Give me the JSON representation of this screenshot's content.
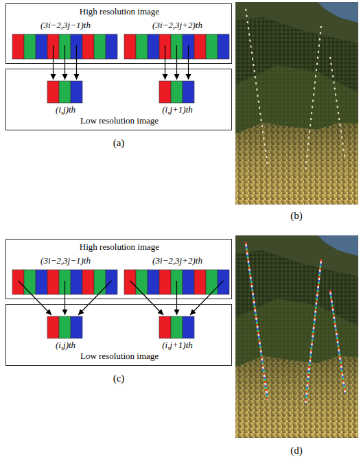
{
  "diagram": {
    "nodes": [
      {
        "text": [
          "High resolution image",
          "(3i−2,3j−1)th",
          "(3i−2,3j+2)th"
        ]
      },
      {
        "text": [
          "(i,j)th",
          "(i,j+1)th",
          "Low resolution image"
        ]
      },
      {
        "text": [
          "High resolution image",
          "(3i−2,3j−1)th",
          "(3i−2,3j+2)th"
        ]
      },
      {
        "text": [
          "(i,j)th",
          "(i,j+1)th",
          "Low resolution image"
        ]
      }
    ],
    "labels": [
      "(a)",
      "(b)",
      "(c)",
      "(d)"
    ]
  }
}
